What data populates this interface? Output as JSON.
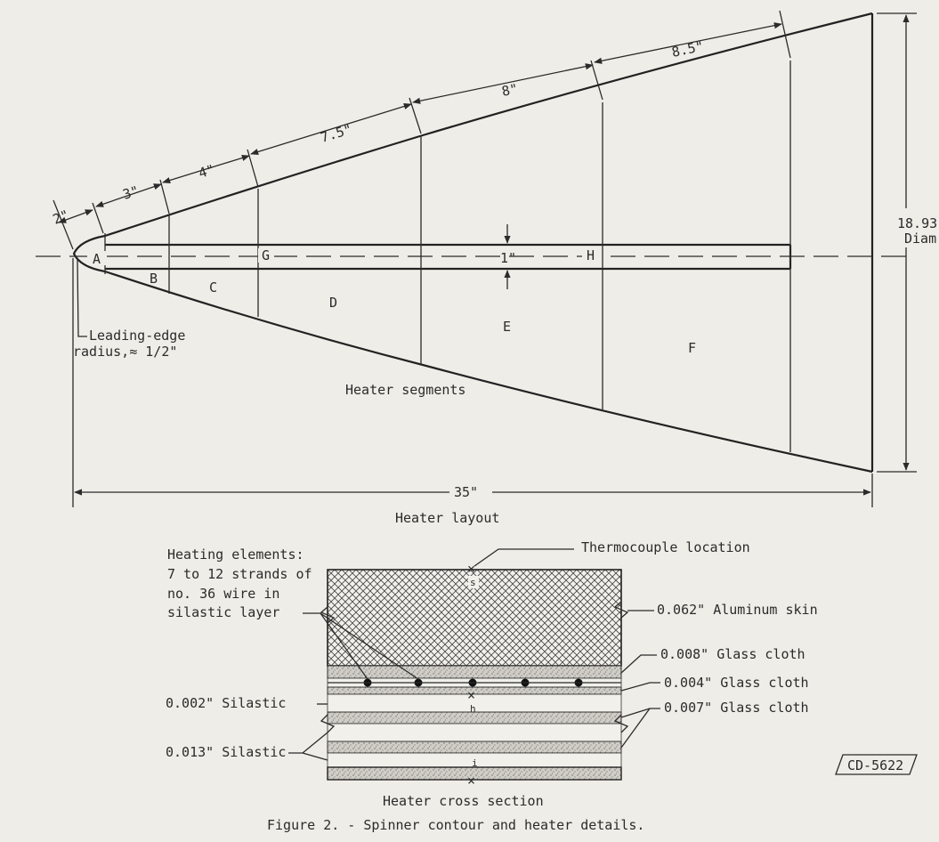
{
  "layout_view": {
    "dims": {
      "leading": "2\"",
      "seg_b": "3\"",
      "seg_c": "4\"",
      "seg_d": "7.5\"",
      "seg_e": "8\"",
      "seg_f": "8.5\"",
      "strip_width": "1\"",
      "diameter": "18.93\"",
      "diameter_suffix": "Diam.",
      "length": "35\""
    },
    "segments": [
      "A",
      "B",
      "C",
      "D",
      "E",
      "F",
      "G",
      "H"
    ],
    "leading_edge_note": [
      "Leading-edge",
      "radius,≈ 1/2\""
    ],
    "segments_caption": "Heater segments",
    "caption": "Heater layout"
  },
  "cross_section": {
    "thermocouple_label": "Thermocouple location",
    "points": [
      "s",
      "h",
      "i"
    ],
    "heating_note": [
      "Heating elements:",
      "7 to 12 strands of",
      "no. 36 wire in",
      "silastic layer"
    ],
    "right_labels": [
      "0.062\" Aluminum skin",
      "0.008\" Glass cloth",
      "0.004\" Glass cloth",
      "0.007\" Glass cloth"
    ],
    "left_labels": [
      "0.002\" Silastic",
      "0.013\" Silastic"
    ],
    "caption": "Heater cross section",
    "stamp": "CD-5622"
  },
  "figure_caption": "Figure 2. - Spinner contour and heater details."
}
